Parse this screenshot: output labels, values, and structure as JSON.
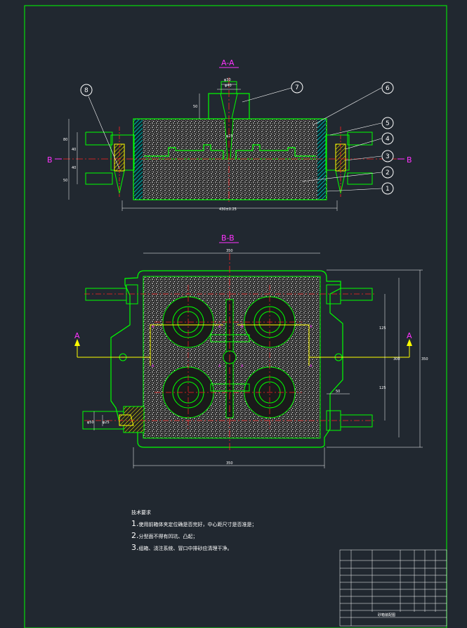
{
  "section_aa": {
    "title": "A-A",
    "side_left": "B",
    "side_right": "B"
  },
  "section_bb": {
    "title": "B-B",
    "side_left": "A",
    "side_right": "A"
  },
  "balloons": [
    "1",
    "2",
    "3",
    "4",
    "5",
    "6",
    "7",
    "8"
  ],
  "dims_aa": {
    "top_outer": "φ30",
    "top_inner": "φ40",
    "sprue_h": "50",
    "height": "80",
    "d40a": "40",
    "d40b": "40",
    "d50": "50",
    "width": "430±0.25",
    "gate": "φ25"
  },
  "dims_bb": {
    "top": "350",
    "bottom": "350",
    "h350": "350",
    "h125a": "125",
    "h125b": "125",
    "h300": "300",
    "w50": "50",
    "d50": "φ50",
    "d25": "φ25"
  },
  "notes": {
    "heading": "技术要求",
    "items": [
      {
        "num": "1.",
        "text": "使用前箱体夹定位确是否完好，中心距尺寸是否准是；"
      },
      {
        "num": "2.",
        "text": "分型面不得有凹坑、凸起；"
      },
      {
        "num": "3.",
        "text": "组箱、浇注系统、冒口中排砂应清理干净。"
      }
    ]
  },
  "title_block": {
    "name": "砂箱装配图"
  },
  "colors": {
    "bg": "#212830",
    "frame": "#00ff00",
    "centerline": "#ff2222",
    "cyan": "#00ffff",
    "yellow": "#ffff00",
    "magenta": "#ff33ff",
    "sand": "#d9d9d9"
  }
}
